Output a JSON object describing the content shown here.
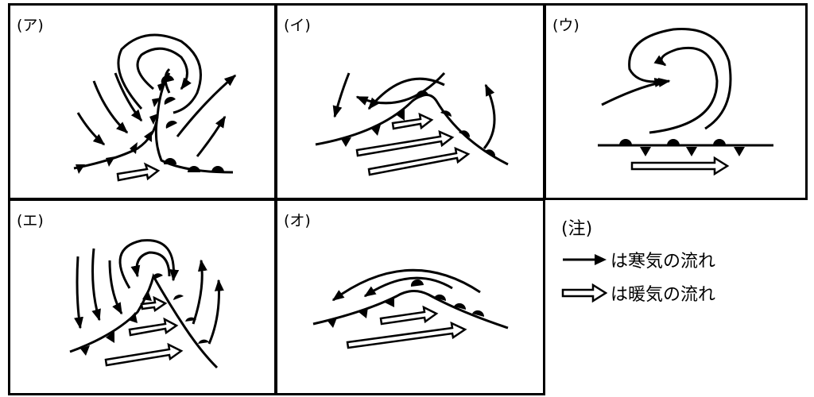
{
  "panels": [
    {
      "label": "(ア)"
    },
    {
      "label": "(イ)"
    },
    {
      "label": "(ウ)"
    },
    {
      "label": "(エ)"
    },
    {
      "label": "(オ)"
    }
  ],
  "legend": {
    "note": "(注)",
    "cold_text": "は寒気の流れ",
    "warm_text": "は暖気の流れ"
  },
  "colors": {
    "line": "#000000",
    "background": "#ffffff"
  }
}
